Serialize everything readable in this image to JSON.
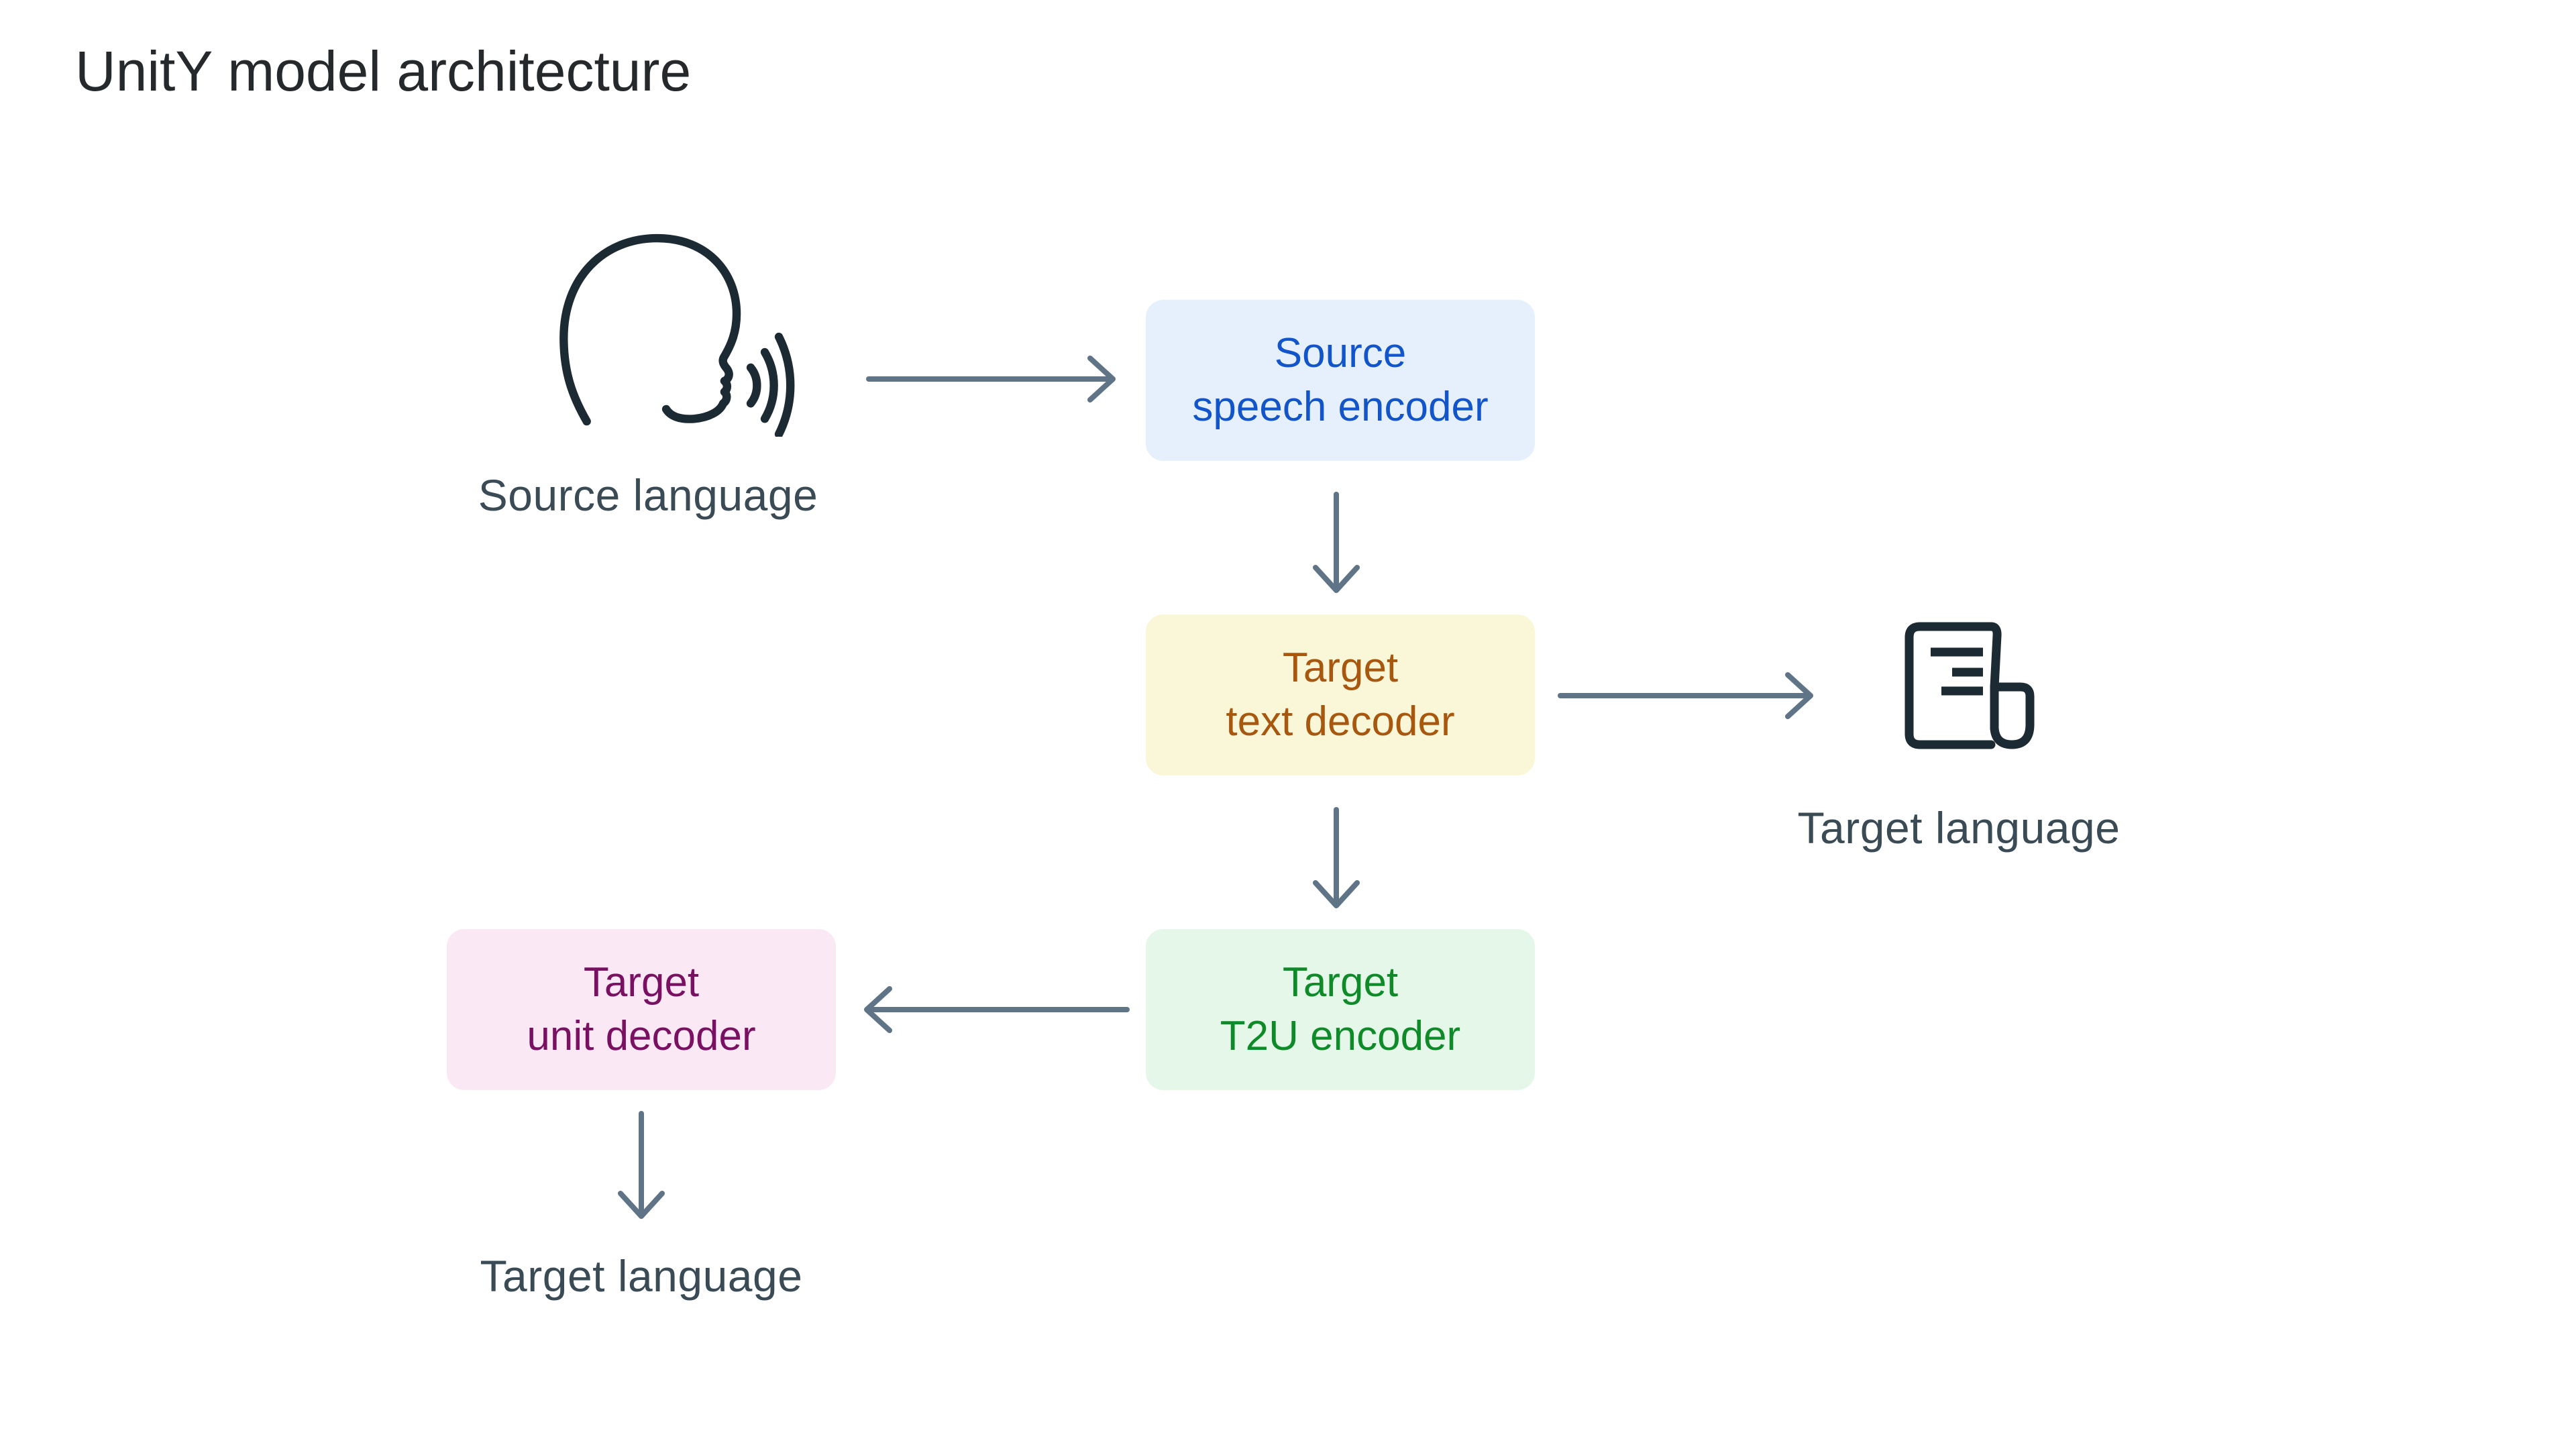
{
  "title": "UnitY model architecture",
  "colors": {
    "background": "#FFFFFF",
    "title": "#26292C",
    "endpoint_label": "#3A4B55",
    "arrow": "#5F7587",
    "icon_stroke": "#1C2B33"
  },
  "nodes": {
    "speech_encoder": {
      "line1": "Source",
      "line2": "speech encoder",
      "bg": "#E6EFFC",
      "text_color": "#1254CA"
    },
    "text_decoder": {
      "line1": "Target",
      "line2": "text decoder",
      "bg": "#FAF7D8",
      "text_color": "#A8570E"
    },
    "t2u_encoder": {
      "line1": "Target",
      "line2": "T2U encoder",
      "bg": "#E4F7E9",
      "text_color": "#0E8B28"
    },
    "unit_decoder": {
      "line1": "Target",
      "line2": "unit decoder",
      "bg": "#FAE8F5",
      "text_color": "#7A1062"
    }
  },
  "endpoints": {
    "source_language": {
      "label": "Source language",
      "icon": "person-speaking-icon"
    },
    "target_language_text": {
      "label": "Target language",
      "icon": "document-icon"
    },
    "target_language_speech": {
      "label": "Target language"
    }
  },
  "edges": [
    {
      "from": "source-language",
      "to": "speech-encoder",
      "direction": "right"
    },
    {
      "from": "speech-encoder",
      "to": "text-decoder",
      "direction": "down"
    },
    {
      "from": "text-decoder",
      "to": "target-language-text",
      "direction": "right"
    },
    {
      "from": "text-decoder",
      "to": "t2u-encoder",
      "direction": "down"
    },
    {
      "from": "t2u-encoder",
      "to": "unit-decoder",
      "direction": "left"
    },
    {
      "from": "unit-decoder",
      "to": "target-language-speech",
      "direction": "down"
    }
  ]
}
